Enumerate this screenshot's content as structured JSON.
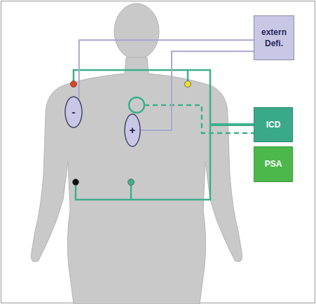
{
  "diagram": {
    "nodes": [
      {
        "text": [
          "extern Defi."
        ]
      },
      {
        "text": [
          "-"
        ]
      },
      {
        "text": [
          "ICD"
        ]
      },
      {
        "text": [
          "+"
        ]
      },
      {
        "text": [
          "PSA"
        ]
      }
    ],
    "edges": [
      {
        "from": 0,
        "to": 1,
        "arrow": "none"
      },
      {
        "from": 0,
        "to": 3,
        "arrow": "none"
      }
    ]
  }
}
